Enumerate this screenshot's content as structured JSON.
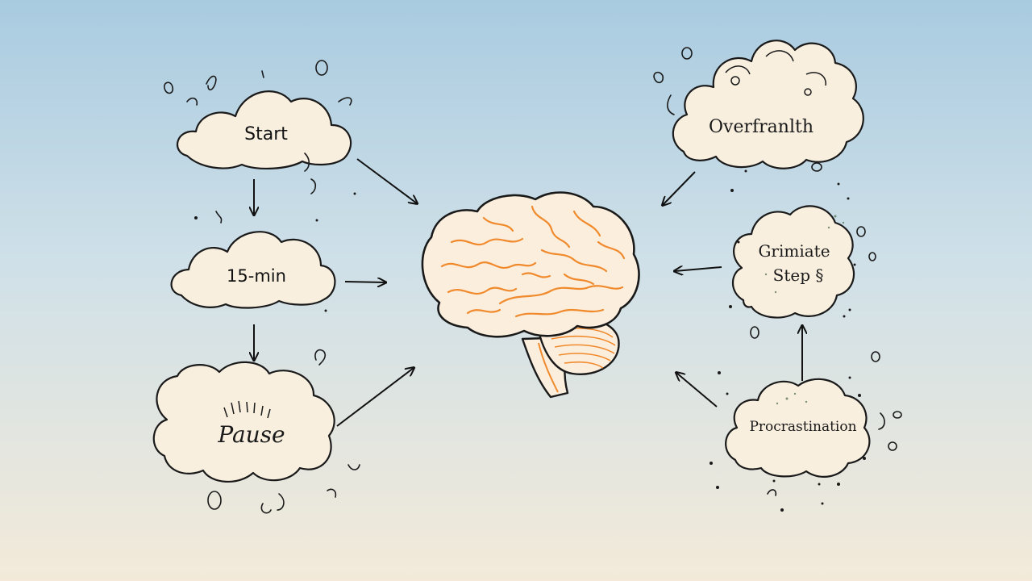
{
  "colors": {
    "cloud_fill": "#f8efdf",
    "cloud_stroke": "#1a1a1a",
    "brain_fill": "#fbeedd",
    "brain_stroke": "#f08a2c",
    "arrow": "#111111",
    "sky_top": "#a9cbe0",
    "sky_bottom": "#f3ead9"
  },
  "diagram": {
    "nodes": [
      {
        "id": "start",
        "label": "Start"
      },
      {
        "id": "fifteen-min",
        "label": "15-min"
      },
      {
        "id": "pause",
        "label": "Pause"
      },
      {
        "id": "brain",
        "label": "",
        "icon": "brain-icon"
      },
      {
        "id": "overfranlth",
        "label": "Overfranlth"
      },
      {
        "id": "grimiate-step",
        "label": "Grimiate Step §"
      },
      {
        "id": "procrastination",
        "label": "Procrastination"
      }
    ],
    "edges": [
      {
        "from": "start",
        "to": "fifteen-min"
      },
      {
        "from": "fifteen-min",
        "to": "pause"
      },
      {
        "from": "start",
        "to": "brain"
      },
      {
        "from": "fifteen-min",
        "to": "brain"
      },
      {
        "from": "pause",
        "to": "brain"
      },
      {
        "from": "overfranlth",
        "to": "brain"
      },
      {
        "from": "grimiate-step",
        "to": "brain"
      },
      {
        "from": "procrastination",
        "to": "brain"
      },
      {
        "from": "procrastination",
        "to": "grimiate-step"
      }
    ]
  }
}
